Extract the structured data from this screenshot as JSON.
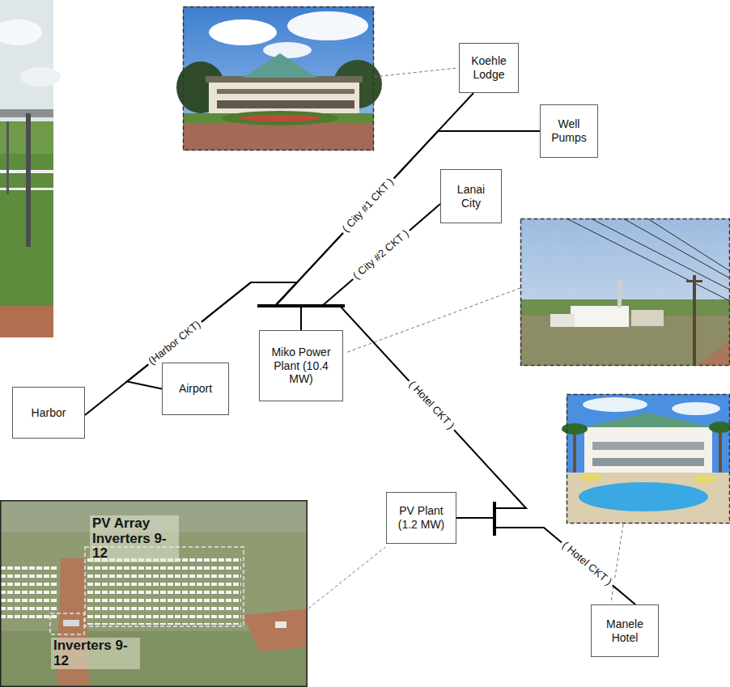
{
  "diagram": {
    "nodes": [
      {
        "text": [
          "Koehle Lodge"
        ]
      },
      {
        "text": [
          "Well Pumps"
        ]
      },
      {
        "text": [
          "Lanai City"
        ]
      },
      {
        "text": [
          "Miko Power Plant (10.4 MW)"
        ]
      },
      {
        "text": [
          "Airport"
        ]
      },
      {
        "text": [
          "Harbor"
        ]
      },
      {
        "text": [
          "PV Plant (1.2 MW)"
        ]
      },
      {
        "text": [
          "Manele Hotel"
        ]
      }
    ],
    "edges": [
      {
        "from": 3,
        "to": 0,
        "arrow": "none",
        "label": "( City #1 CKT )"
      },
      {
        "from": 3,
        "to": 1,
        "arrow": "none"
      },
      {
        "from": 3,
        "to": 2,
        "arrow": "none",
        "label": "( City #2 CKT )"
      },
      {
        "from": 3,
        "to": 4,
        "arrow": "none"
      },
      {
        "from": 3,
        "to": 5,
        "arrow": "none",
        "label": "(Harbor CKT)"
      },
      {
        "from": 3,
        "to": 6,
        "arrow": "none",
        "label": "( Hotel CKT )"
      },
      {
        "from": 6,
        "to": 7,
        "arrow": "none",
        "label": "( Hotel CKT )"
      }
    ],
    "labels": [
      "PV Array Inverters 9- 12",
      "Inverters 9- 12"
    ]
  }
}
